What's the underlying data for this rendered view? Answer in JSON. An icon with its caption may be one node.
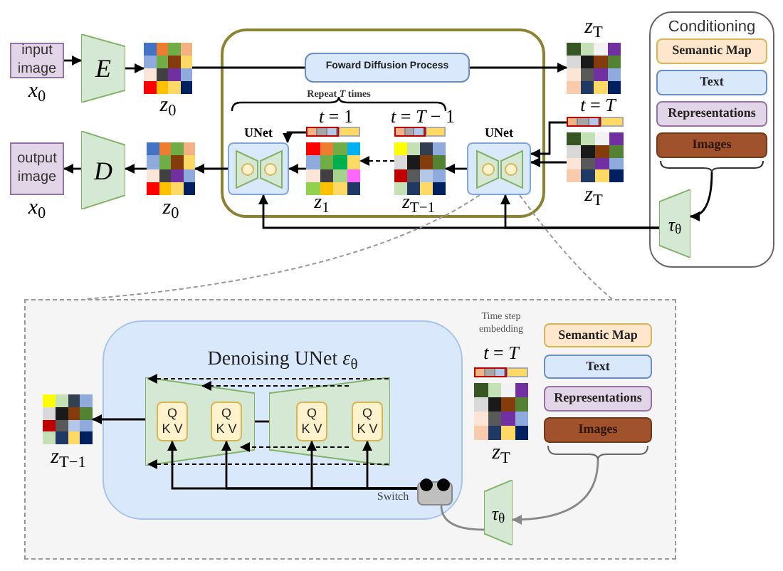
{
  "diagram": {
    "nodes": [
      {
        "text": [
          "input image"
        ],
        "beside": [
          "*x*$_{0}$"
        ]
      },
      {
        "text": [
          "E"
        ]
      },
      {
        "text": [],
        "shape": "grid",
        "beside": [
          "*z*$_{0}$"
        ]
      },
      {
        "text": [],
        "shape": "box"
      },
      {
        "text": [
          "Foward Diffusion Process"
        ],
        "in": 3
      },
      {
        "text": [],
        "shape": "grid",
        "beside": [
          "*z*$_{T}$"
        ]
      },
      {
        "text": [
          "Conditioning"
        ]
      },
      {
        "text": [
          "Semantic Map"
        ],
        "in": 6
      },
      {
        "text": [
          "Text"
        ],
        "in": 6
      },
      {
        "text": [
          "Representations"
        ],
        "in": 6
      },
      {
        "text": [
          "Images"
        ],
        "in": 6
      },
      {
        "text": [
          "*τ*$_{θ}$"
        ],
        "in": 6
      },
      {
        "text": [
          "output image"
        ],
        "beside": [
          "*x*$_{0}$"
        ]
      },
      {
        "text": [
          "D"
        ]
      },
      {
        "text": [],
        "shape": "grid",
        "beside": [
          "*z*$_{0}$"
        ]
      },
      {
        "text": [
          "UNet"
        ],
        "in": 3
      },
      {
        "text": [],
        "shape": "grid",
        "in": 3,
        "beside": [
          "*t* = 1",
          "*z*$_{1}$"
        ]
      },
      {
        "text": [],
        "shape": "grid",
        "in": 3,
        "beside": [
          "*t* = *T* − 1",
          "*z*$_{T−1}$"
        ]
      },
      {
        "text": [
          "UNet"
        ],
        "in": 3
      },
      {
        "text": [],
        "shape": "grid",
        "beside": [
          "*t* = *T*",
          "*z*$_{T}$"
        ]
      },
      {
        "text": [],
        "shape": "box"
      },
      {
        "text": [
          "Denoising UNet *ε*$_{θ}$"
        ],
        "in": 20
      },
      {
        "text": [],
        "shape": "trapezoid",
        "in": 21
      },
      {
        "text": [],
        "shape": "trapezoid",
        "in": 21
      },
      {
        "text": [
          "Q",
          "K V"
        ],
        "in": 22
      },
      {
        "text": [
          "Q",
          "K V"
        ],
        "in": 22
      },
      {
        "text": [
          "Q",
          "K V"
        ],
        "in": 23
      },
      {
        "text": [
          "Q",
          "K V"
        ],
        "in": 23
      },
      {
        "text": [],
        "shape": "grid",
        "in": 20,
        "beside": [
          "*z*$_{T−1}$"
        ]
      },
      {
        "text": [],
        "shape": "grid",
        "in": 20,
        "beside": [
          "Time step embedding",
          "*t* = *T*",
          "*z*$_{T}$"
        ]
      },
      {
        "text": [
          "Semantic Map"
        ],
        "in": 20
      },
      {
        "text": [
          "Text"
        ],
        "in": 20
      },
      {
        "text": [
          "Representations"
        ],
        "in": 20
      },
      {
        "text": [
          "Images"
        ],
        "in": 20
      },
      {
        "text": [],
        "shape": "box",
        "in": 21,
        "beside": [
          "Switch"
        ]
      },
      {
        "text": [
          "*τ*$_{θ}$"
        ],
        "in": 20
      }
    ],
    "edges": [
      {
        "from": 0,
        "to": 1,
        "arrow": "to"
      },
      {
        "from": 1,
        "to": 2,
        "arrow": "to"
      },
      {
        "from": 2,
        "to": 4,
        "arrow": "none"
      },
      {
        "from": 4,
        "to": 5,
        "arrow": "to"
      },
      {
        "from": 10,
        "to": 11,
        "arrow": "to"
      },
      {
        "from": 11,
        "to": 15,
        "arrow": "to"
      },
      {
        "from": 11,
        "to": 18,
        "arrow": "to"
      },
      {
        "from": 19,
        "to": 18,
        "arrow": "to"
      },
      {
        "from": 19,
        "to": 18,
        "arrow": "to"
      },
      {
        "from": 18,
        "to": 17,
        "arrow": "to"
      },
      {
        "from": 17,
        "to": 16,
        "arrow": "to",
        "style": "dashed"
      },
      {
        "from": 16,
        "to": 15,
        "arrow": "to"
      },
      {
        "from": 16,
        "to": 15,
        "arrow": "to"
      },
      {
        "from": 15,
        "to": 14,
        "arrow": "to"
      },
      {
        "from": 14,
        "to": 13,
        "arrow": "to"
      },
      {
        "from": 13,
        "to": 12,
        "arrow": "to"
      },
      {
        "from": 18,
        "to": 20,
        "arrow": "none",
        "style": "dashed",
        "color": "#999999"
      },
      {
        "from": 18,
        "to": 20,
        "arrow": "none",
        "style": "dashed",
        "color": "#999999"
      },
      {
        "from": 22,
        "to": 28,
        "arrow": "to"
      },
      {
        "from": 22,
        "to": 23,
        "arrow": "none"
      },
      {
        "from": 23,
        "to": 22,
        "arrow": "to",
        "style": "dashed"
      },
      {
        "from": 23,
        "to": 22,
        "arrow": "to",
        "style": "dashed"
      },
      {
        "from": 23,
        "to": 22,
        "arrow": "to",
        "style": "dashed"
      },
      {
        "from": 23,
        "to": 22,
        "arrow": "to",
        "style": "dashed"
      },
      {
        "from": 34,
        "to": 24,
        "arrow": "to"
      },
      {
        "from": 34,
        "to": 25,
        "arrow": "to"
      },
      {
        "from": 34,
        "to": 26,
        "arrow": "to"
      },
      {
        "from": 34,
        "to": 27,
        "arrow": "to"
      },
      {
        "from": 33,
        "to": 35,
        "arrow": "to",
        "color": "#888888"
      },
      {
        "from": 35,
        "to": 34,
        "arrow": "none",
        "color": "#888888"
      }
    ],
    "labels": [
      "Repeat *T* times"
    ]
  }
}
